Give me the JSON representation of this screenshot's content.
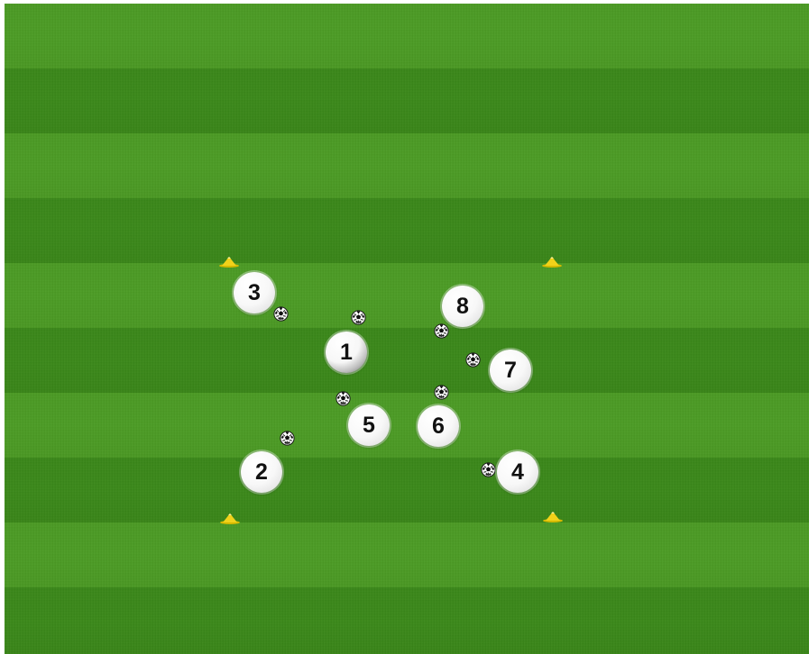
{
  "diagram": {
    "colors": {
      "pitch_light": "#4b9a24",
      "pitch_dark": "#3a8719",
      "cone": "#f1d21a",
      "player_fill": "#ffffff",
      "player_text": "#111111",
      "ball_white": "#ffffff",
      "ball_black": "#111111"
    },
    "players": [
      {
        "label": "1",
        "icon": "player-marker-icon"
      },
      {
        "label": "2",
        "icon": "player-marker-icon"
      },
      {
        "label": "3",
        "icon": "player-marker-icon"
      },
      {
        "label": "4",
        "icon": "player-marker-icon"
      },
      {
        "label": "5",
        "icon": "player-marker-icon"
      },
      {
        "label": "6",
        "icon": "player-marker-icon"
      },
      {
        "label": "7",
        "icon": "player-marker-icon"
      },
      {
        "label": "8",
        "icon": "player-marker-icon"
      }
    ],
    "cones": [
      {
        "icon": "cone-icon"
      },
      {
        "icon": "cone-icon"
      },
      {
        "icon": "cone-icon"
      },
      {
        "icon": "cone-icon"
      }
    ],
    "balls": [
      {
        "icon": "soccer-ball-icon"
      },
      {
        "icon": "soccer-ball-icon"
      },
      {
        "icon": "soccer-ball-icon"
      },
      {
        "icon": "soccer-ball-icon"
      },
      {
        "icon": "soccer-ball-icon"
      },
      {
        "icon": "soccer-ball-icon"
      },
      {
        "icon": "soccer-ball-icon"
      },
      {
        "icon": "soccer-ball-icon"
      }
    ]
  }
}
